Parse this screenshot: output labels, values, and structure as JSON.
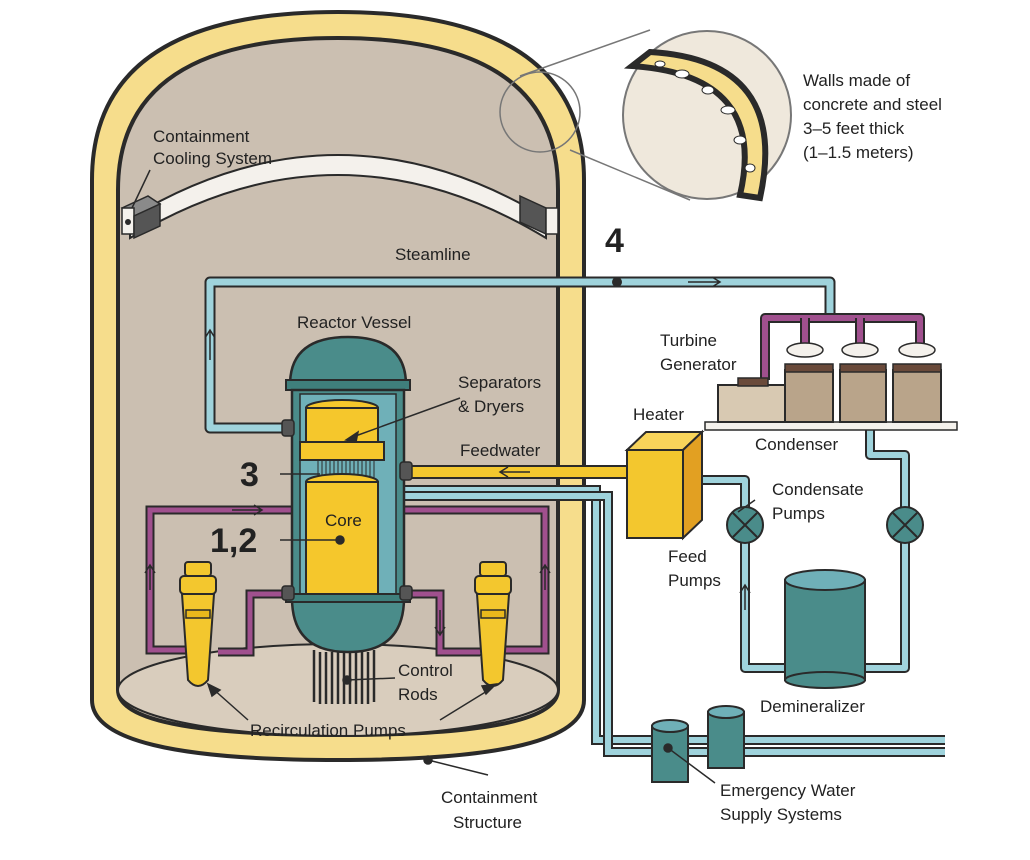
{
  "labels": {
    "containment_cooling": [
      "Containment",
      "Cooling System"
    ],
    "steamline": "Steamline",
    "reactor_vessel": "Reactor Vessel",
    "separators": [
      "Separators",
      "& Dryers"
    ],
    "feedwater": "Feedwater",
    "core": "Core",
    "control_rods": [
      "Control",
      "Rods"
    ],
    "recirculation_pumps": "Recirculation Pumps",
    "containment_structure": [
      "Containment",
      "Structure"
    ],
    "walls": [
      "Walls made of",
      "concrete and steel",
      "3–5 feet thick",
      "(1–1.5 meters)"
    ],
    "turbine_generator": [
      "Turbine",
      "Generator"
    ],
    "condenser": "Condenser",
    "heater": "Heater",
    "condensate_pumps": [
      "Condensate",
      "Pumps"
    ],
    "feed_pumps": [
      "Feed",
      "Pumps"
    ],
    "demineralizer": "Demineralizer",
    "emergency_water": [
      "Emergency Water",
      "Supply Systems"
    ]
  },
  "numbers": {
    "n4": "4",
    "n3": "3",
    "n12": "1,2"
  },
  "colors": {
    "containment_wall": "#f6dd8c",
    "wall_outline": "#2a2a2a",
    "interior": "#cbbfb1",
    "floor": "#d9cdbd",
    "steam_pipe": "#9fd3dc",
    "recirc_pipe": "#a0508e",
    "feedwater_pipe": "#f3c72e",
    "vessel": "#4a8c8a",
    "vessel_inner": "#6fb0b8",
    "core": "#f5c72c",
    "teal_equipment": "#3f7f7c",
    "turbine_base": "#d8c9b2",
    "turbine_front": "#b9a48a"
  }
}
